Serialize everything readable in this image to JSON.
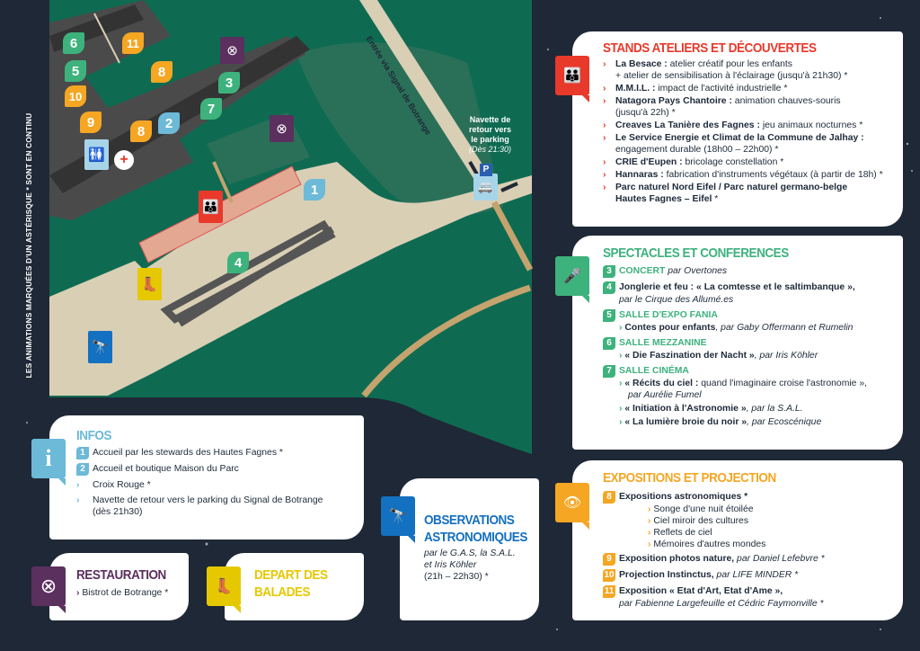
{
  "side_note": "LES ANIMATIONS MARQUÉES D'UN ASTÉRISQUE * SONT EN CONTINU",
  "map": {
    "road_label": "Entrée via Signal de Botrange",
    "shuttle_label": [
      "Navette de",
      "retour vers",
      "le parking"
    ],
    "shuttle_time": "(Dès 21:30)",
    "parking_letter": "P",
    "markers": [
      "6",
      "11",
      "5",
      "8",
      "3",
      "10",
      "7",
      "9",
      "2",
      "8",
      "1",
      "4"
    ]
  },
  "colors": {
    "stands": "#e8392b",
    "spectacles": "#3db27d",
    "expositions": "#f5a623",
    "infos": "#6cb9d8",
    "restauration": "#5b2f5e",
    "balades": "#e5c800",
    "observations": "#1470c0",
    "bg": "#1f2836",
    "map": "#0e6b52"
  },
  "stands": {
    "title": "STANDS ATELIERS ET DÉCOUVERTES",
    "items": [
      {
        "b": "La Besace :",
        "t": " atelier créatif pour les enfants",
        "t2": "+ atelier de sensibilisation à l'éclairage (jusqu'à 21h30) *"
      },
      {
        "b": "M.M.I.L. :",
        "t": " impact de l'activité industrielle *"
      },
      {
        "b": "Natagora Pays Chantoire :",
        "t": " animation chauves-souris",
        "t2": "(jusqu'à 22h) *"
      },
      {
        "b": "Creaves La Tanière des Fagnes :",
        "t": " jeu animaux nocturnes *"
      },
      {
        "b": "Le Service Energie et Climat de la Commune de Jalhay :",
        "t": "",
        "t2": "engagement durable (18h00 – 22h00) *"
      },
      {
        "b": "CRIE d'Eupen :",
        "t": " bricolage constellation *"
      },
      {
        "b": "Hannaras :",
        "t": " fabrication d'instruments végétaux (à partir de 18h) *"
      },
      {
        "b": "Parc naturel Nord Eifel / Parc naturel germano-belge",
        "t": "",
        "b2": "Hautes Fagnes – Eifel",
        "t2": " *"
      }
    ]
  },
  "spectacles": {
    "title": "SPECTACLES ET CONFERENCES",
    "concert": {
      "n": "3",
      "h": "CONCERT",
      "by": " par Overtones"
    },
    "jonglerie": {
      "n": "4",
      "b": "Jonglerie et feu : « La comtesse et le saltimbanque »,",
      "by": "par le Cirque des Allumé.es"
    },
    "fania": {
      "n": "5",
      "h": "SALLE D'EXPO FANIA",
      "b": "Contes pour enfants",
      "by": ", par Gaby Offermann et Rumelin"
    },
    "mezzanine": {
      "n": "6",
      "h": "SALLE MEZZANINE",
      "b": "« Die Faszination der Nacht »",
      "by": ", par Iris Köhler"
    },
    "cinema": {
      "n": "7",
      "h": "SALLE CINÉMA",
      "items": [
        {
          "b": "« Récits du ciel :",
          "t": " quand l'imaginaire croise l'astronomie »,",
          "by": "par Aurélie Fumel"
        },
        {
          "b": "« Initiation à l'Astronomie »",
          "by": ", par la S.A.L."
        },
        {
          "b": "« La lumière broie du noir »",
          "by": ", par Ecoscénique"
        }
      ]
    }
  },
  "expositions": {
    "title": "EXPOSITIONS ET PROJECTION",
    "e8": {
      "n": "8",
      "b": "Expositions astronomiques *",
      "subs": [
        "Songe d'une nuit étoilée",
        "Ciel miroir des cultures",
        "Reflets de ciel",
        "Mémoires d'autres mondes"
      ]
    },
    "e9": {
      "n": "9",
      "b": "Exposition photos nature,",
      "by": " par Daniel Lefebvre *"
    },
    "e10": {
      "n": "10",
      "b": "Projection Instinctus,",
      "by": " par LIFE MINDER *"
    },
    "e11": {
      "n": "11",
      "b": "Exposition « Etat d'Art, Etat d'Ame »,",
      "by": "par Fabienne Largefeuille et Cédric Faymonville *"
    }
  },
  "infos": {
    "title": "INFOS",
    "items": [
      {
        "n": "1",
        "t": "Accueil par les stewards des Hautes Fagnes *"
      },
      {
        "n": "2",
        "t": "Accueil et boutique Maison du Parc"
      },
      {
        "t": "Croix Rouge *"
      },
      {
        "t": "Navette de retour vers le parking du Signal de Botrange",
        "t2": "(dès 21h30)"
      }
    ]
  },
  "restauration": {
    "title": "RESTAURATION",
    "item": "Bistrot de Botrange *"
  },
  "balades": {
    "title1": "DEPART DES",
    "title2": "BALADES"
  },
  "observations": {
    "title1": "OBSERVATIONS",
    "title2": "ASTRONOMIQUES",
    "by1": "par le G.A.S, la S.A.L.",
    "by2": "et Iris Köhler",
    "time": "(21h – 22h30) *"
  }
}
